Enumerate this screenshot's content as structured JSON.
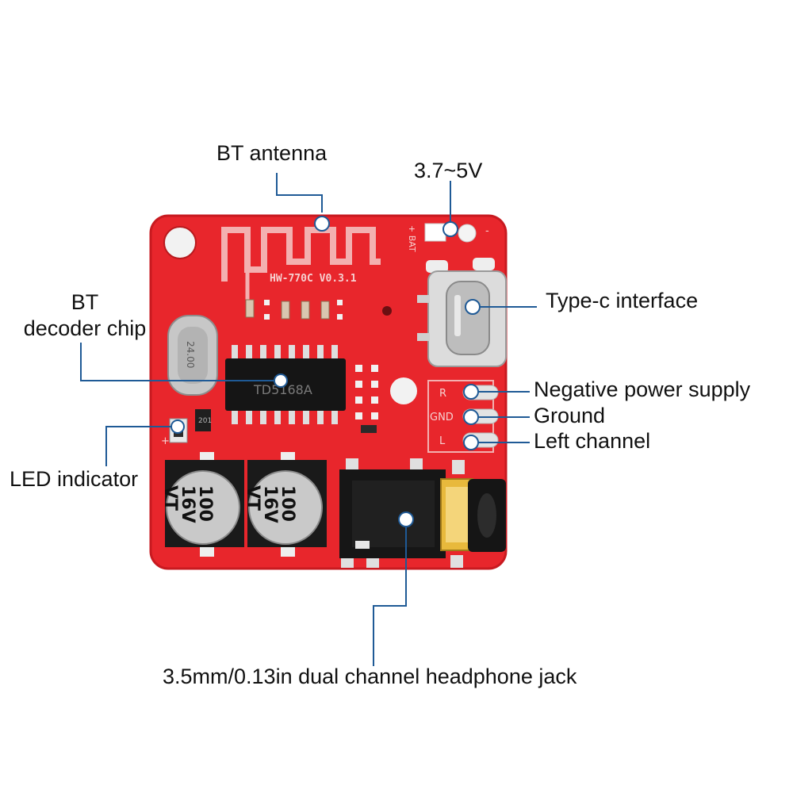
{
  "labels": {
    "bt_antenna": "BT antenna",
    "voltage": "3.7~5V",
    "bt_decoder_line1": "BT",
    "bt_decoder_line2": "decoder chip",
    "type_c": "Type-c interface",
    "negative_power": "Negative power supply",
    "ground": "Ground",
    "left_channel": "Left channel",
    "led_indicator": "LED indicator",
    "headphone_jack": "3.5mm/0.13in dual channel headphone jack"
  },
  "board": {
    "model_text": "HW-770C V0.3.1",
    "chip_text": "TD5168A",
    "bat_text": "+ BAT",
    "minus_text": "-",
    "pin_labels": [
      "R",
      "GND",
      "L"
    ],
    "capacitor_text": [
      "100",
      "16V",
      "VT"
    ],
    "crystal_text": "24.00",
    "resistor_text": "201",
    "led_plus_text": "+"
  },
  "colors": {
    "board": "#e8262c",
    "board_edge": "#c81a20",
    "callout_line": "#1f5a96",
    "label_text": "#111111"
  }
}
